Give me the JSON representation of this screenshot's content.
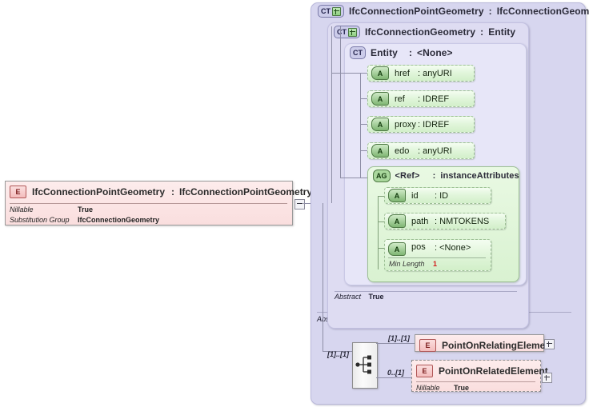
{
  "diagram": {
    "kind": "xsd-schema-diagram",
    "root_element": {
      "icon": "element-icon",
      "badge": "E",
      "name": "IfcConnectionPointGeometry",
      "separator": ":",
      "type": "IfcConnectionPointGeometry",
      "properties": [
        {
          "key": "Nillable",
          "value": "True"
        },
        {
          "key": "Substitution Group",
          "value": "IfcConnectionGeometry"
        }
      ],
      "collapse_button": "minus-toggle"
    },
    "outer_type": {
      "badge": "CT",
      "badge_expand": "plus",
      "name": "IfcConnectionPointGeometry",
      "separator": ":",
      "base": "IfcConnectionGeometry",
      "abstract_key": "Abstract",
      "abstract_value": "True"
    },
    "middle_type": {
      "badge": "CT",
      "badge_expand": "plus",
      "name": "IfcConnectionGeometry",
      "separator": ":",
      "base": "Entity",
      "abstract_key": "Abstract",
      "abstract_value": "True"
    },
    "inner_type": {
      "badge": "CT",
      "name": "Entity",
      "separator": ":",
      "base": "<None>"
    },
    "attributes": [
      {
        "icon": "A",
        "name": "href",
        "separator": ":",
        "type": "anyURI"
      },
      {
        "icon": "A",
        "name": "ref",
        "separator": ":",
        "type": "IDREF"
      },
      {
        "icon": "A",
        "name": "proxy",
        "separator": ":",
        "type": "IDREF"
      },
      {
        "icon": "A",
        "name": "edo",
        "separator": ":",
        "type": "anyURI"
      }
    ],
    "attribute_group": {
      "badge": "AG",
      "name": "<Ref>",
      "separator": ":",
      "type": "instanceAttributes",
      "attributes": [
        {
          "icon": "A",
          "name": "id",
          "separator": ":",
          "type": "ID"
        },
        {
          "icon": "A",
          "name": "path",
          "separator": ":",
          "type": "NMTOKENS"
        },
        {
          "icon": "A",
          "name": "pos",
          "separator": ":",
          "type": "<None>",
          "facet_key": "Min Length",
          "facet_value": "1"
        }
      ]
    },
    "compositor": {
      "symbol": "sequence-icon",
      "incoming_cardinality": "[1]..[1]"
    },
    "children": [
      {
        "badge": "E",
        "name": "PointOnRelatingElement",
        "cardinality": "[1]..[1]",
        "optional": false,
        "properties": [],
        "expand_button": "plus-toggle"
      },
      {
        "badge": "E",
        "name": "PointOnRelatedElement",
        "cardinality": "0..[1]",
        "optional": true,
        "properties": [
          {
            "key": "Nillable",
            "value": "True"
          }
        ],
        "expand_button": "plus-toggle"
      }
    ]
  },
  "colors": {
    "container_lvl1": "#d7d6ef",
    "container_lvl2": "#dedcf2",
    "container_lvl3": "#e7e6f8",
    "attribute_green": "#d2efc9",
    "element_pink": "#fadede",
    "facet_red": "#d11a1a",
    "connector": "#8e8ea6"
  }
}
